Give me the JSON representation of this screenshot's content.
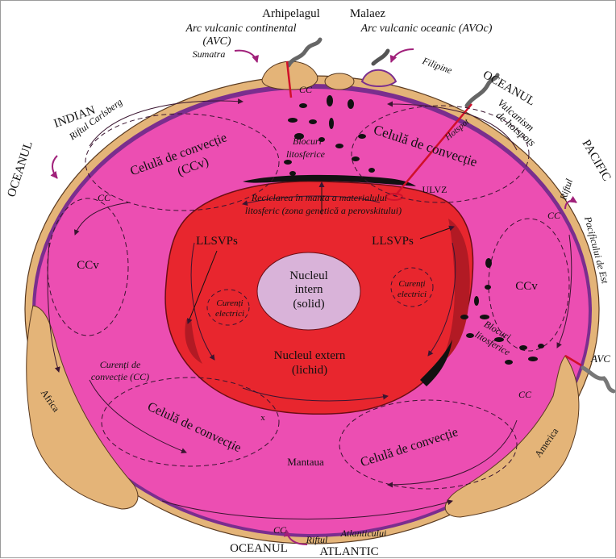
{
  "colors": {
    "crust": "#e4b478",
    "mantle": "#ec4eb2",
    "outer_core": "#e8262e",
    "dark_red": "#c21e26",
    "inner_core": "#d9b3d9",
    "lithosphere_purple": "#7a2e8e",
    "blocks": "#111111",
    "arrow_magenta": "#a0207a",
    "plume_red": "#d0102a",
    "border": "#9a9a9a"
  },
  "top": {
    "arhipelagul": "Arhipelagul",
    "malaez": "Malaez",
    "avc_continental": "Arc vulcanic continental",
    "avc_abbr": "(AVC)",
    "avoc": "Arc vulcanic oceanic (AVOc)",
    "sumatra": "Sumatra",
    "filipine": "Filipine"
  },
  "oceans": {
    "indian_1": "OCEANUL",
    "indian_2": "INDIAN",
    "pacific_1": "OCEANUL",
    "pacific_2": "PACIFIC",
    "atlantic_1": "OCEANUL",
    "atlantic_2": "ATLANTIC"
  },
  "ridges": {
    "carlsberg": "Riftul Carlsberg",
    "pacific_east_1": "Riftul",
    "pacific_east_2": "Pacificului de Est",
    "atlantic_1": "Riftul",
    "atlantic_2": "Atlanticului"
  },
  "hotspot": {
    "label_1": "Vulcanism",
    "label_2": "de hotspots",
    "arrow_label": "Hotspot"
  },
  "cells": {
    "top_left_1": "Celulă de convecție",
    "top_left_2": "(CCv)",
    "top_right": "Celulă de convecție",
    "bottom_left": "Celulă de convecție",
    "bottom_right": "Celulă de convecție",
    "left": "CCv",
    "right": "CCv"
  },
  "cc": {
    "top": "CC",
    "left": "CC",
    "right": "CC",
    "bottom": "CC",
    "bottom_right": "CC"
  },
  "blocks": {
    "upper_1": "Blocuri",
    "upper_2": "litosferice",
    "lower_1": "Blocuri",
    "lower_2": "litosferice"
  },
  "recycling": {
    "line_1": "Reciclarea în manta a materialului",
    "line_2": "litosferic (zona genetică a perovskitului)"
  },
  "ulvz": "ULVZ",
  "llsvp_left": "LLSVPs",
  "llsvp_right": "LLSVPs",
  "inner_core": {
    "line_1": "Nucleul",
    "line_2": "intern",
    "line_3": "(solid)"
  },
  "outer_core": {
    "line_1": "Nucleul extern",
    "line_2": "(lichid)"
  },
  "currents_left": {
    "line_1": "Curenți",
    "line_2": "electrici"
  },
  "currents_right": {
    "line_1": "Curenți",
    "line_2": "electrici"
  },
  "conv_currents": {
    "line_1": "Curenți de",
    "line_2": "convecție (CC)"
  },
  "mantle": "Mantaua",
  "x_mark": "x",
  "continents": {
    "africa": "Africa",
    "america": "America"
  },
  "avc_right": "AVC"
}
